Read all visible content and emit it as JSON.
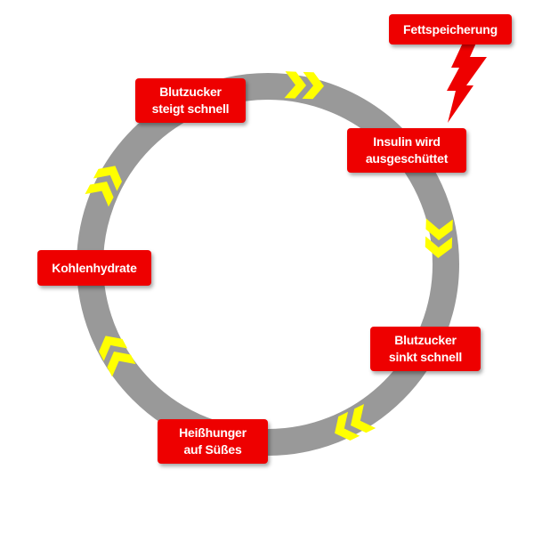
{
  "diagram": {
    "labels": {
      "blutzucker_steigt": "Blutzucker\nsteigt schnell",
      "insulin": "Insulin wird\nausgeschüttet",
      "fettspeicherung": "Fettspeicherung",
      "kohlenhydrate": "Kohlenhydrate",
      "blutzucker_sinkt": "Blutzucker\nsinkt schnell",
      "heisshunger": "Heißhunger\nauf Süßes"
    },
    "colors": {
      "ring": "#999999",
      "chevron": "#ffff00",
      "box": "#ee0000",
      "box_text": "#ffffff",
      "bolt": "#ee0000"
    },
    "flow_direction": "clockwise"
  }
}
